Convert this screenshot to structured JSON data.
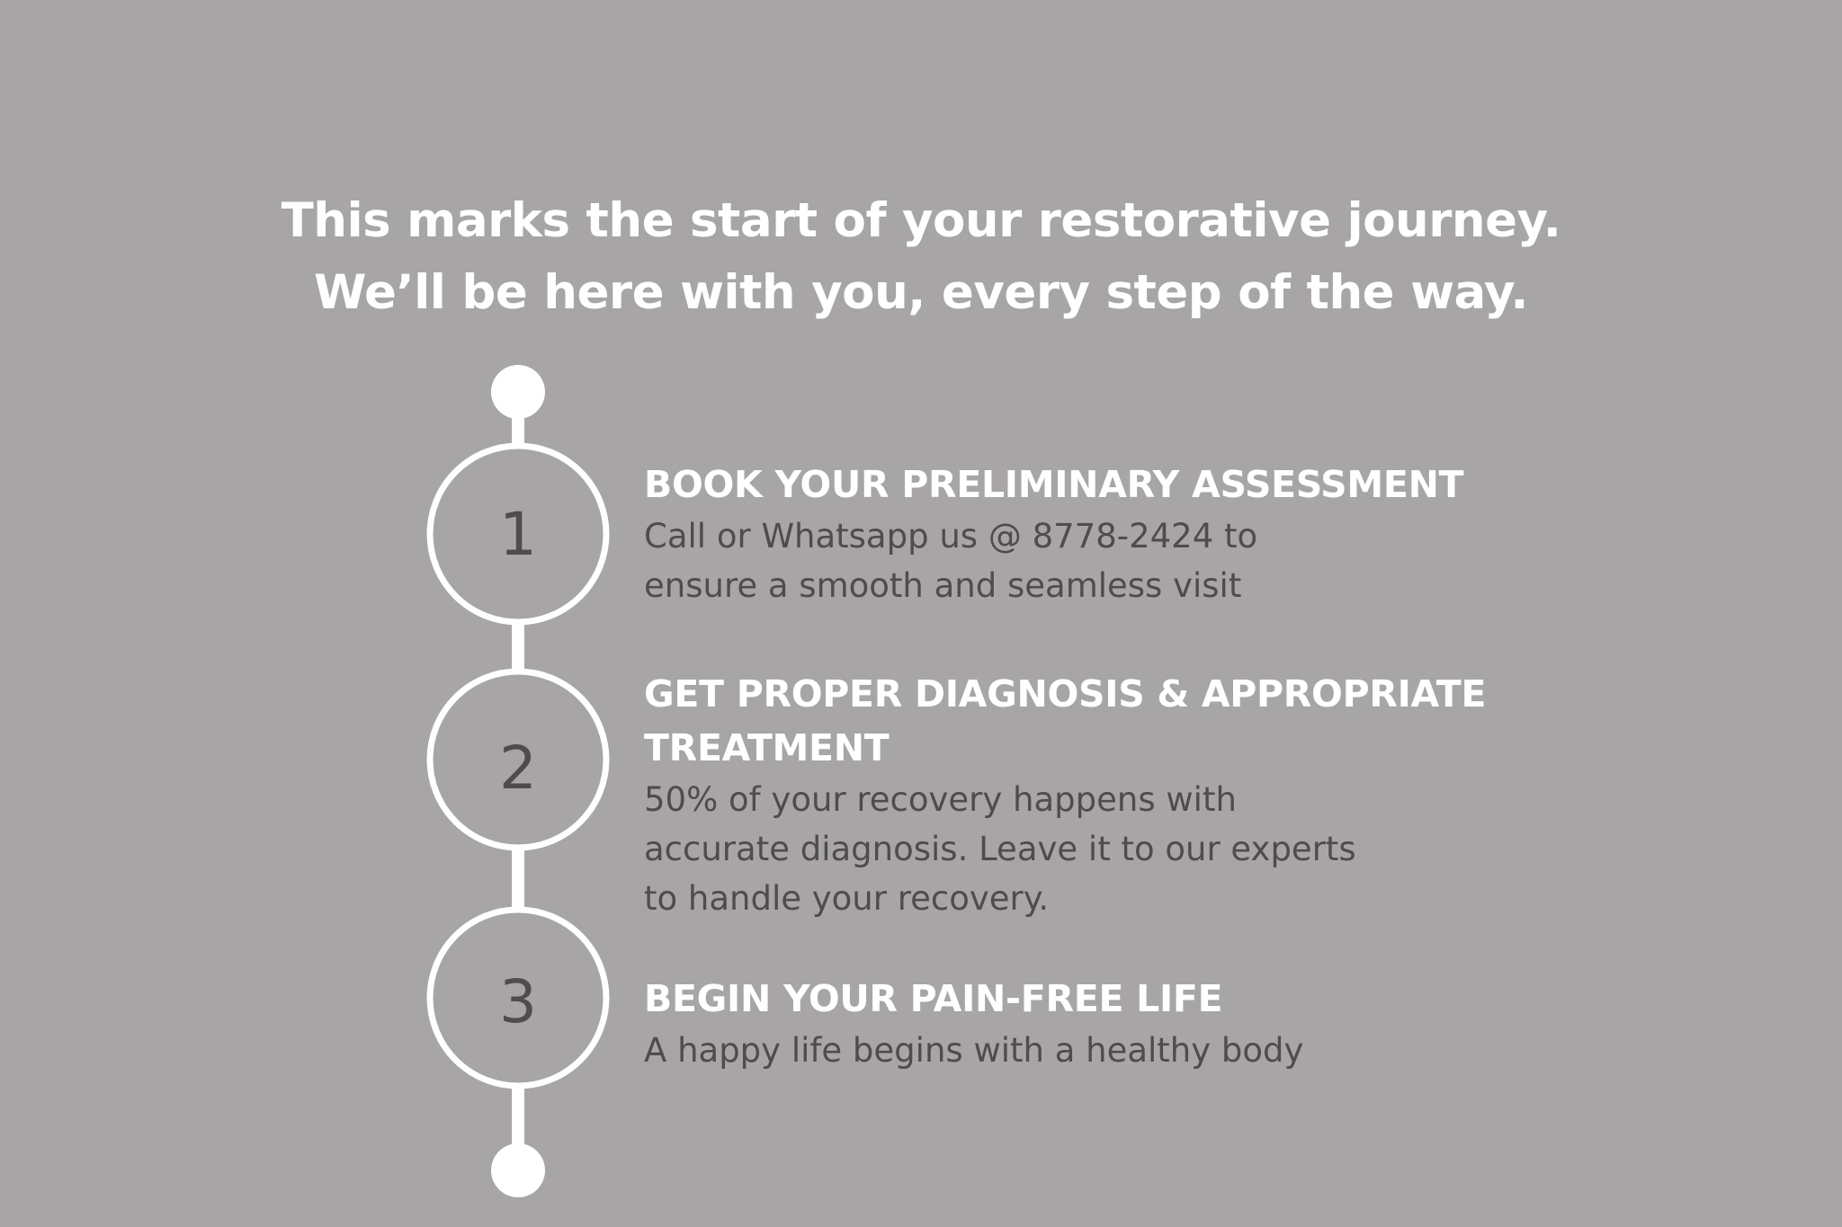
{
  "headline": {
    "line1": "This marks the start of your restorative journey.",
    "line2": "We’ll be here with you, every step of the way."
  },
  "steps": [
    {
      "number": "1",
      "title_lines": [
        "BOOK YOUR PRELIMINARY ASSESSMENT"
      ],
      "description_lines": [
        "Call or Whatsapp us @ 8778-2424 to",
        "ensure a smooth and seamless visit"
      ]
    },
    {
      "number": "2",
      "title_lines": [
        "GET PROPER DIAGNOSIS & APPROPRIATE",
        "TREATMENT"
      ],
      "description_lines": [
        "50% of your recovery happens with",
        "accurate diagnosis. Leave it to our experts",
        "to handle your recovery."
      ]
    },
    {
      "number": "3",
      "title_lines": [
        "BEGIN YOUR PAIN-FREE LIFE"
      ],
      "description_lines": [
        "A happy life begins with a healthy body"
      ]
    }
  ],
  "colors": {
    "background": "#a7a5a6",
    "heading_text": "#ffffff",
    "body_text": "#4e4c4d",
    "timeline": "#ffffff"
  }
}
